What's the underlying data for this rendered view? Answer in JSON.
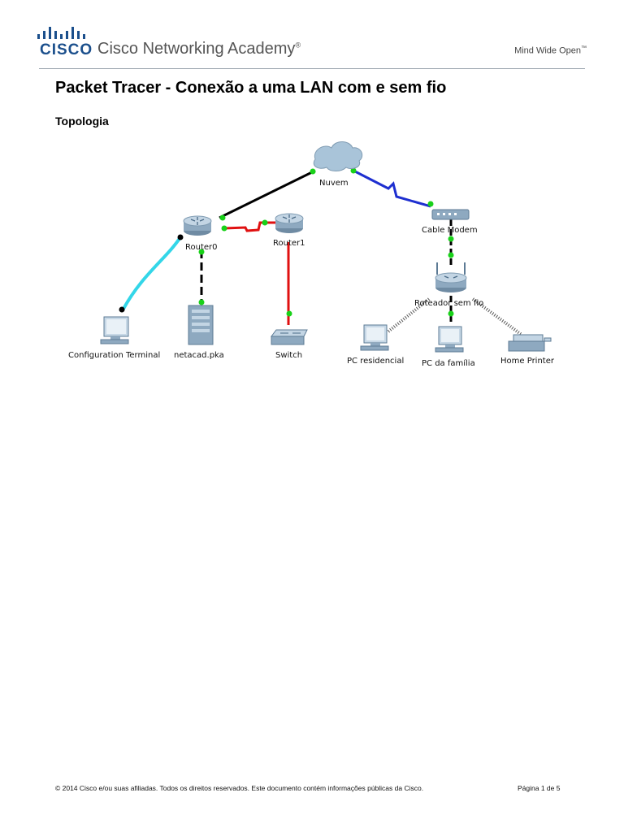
{
  "header": {
    "brand": "CISCO",
    "academy": "Cisco Networking Academy",
    "trademark": "®",
    "tagline": "Mind Wide Open",
    "tagline_tm": "™"
  },
  "document": {
    "title": "Packet Tracer - Conexão a uma LAN com e sem fio",
    "section": "Topologia"
  },
  "topology": {
    "devices": {
      "cloud": "Nuvem",
      "router0": "Router0",
      "router1": "Router1",
      "modem": "Cable Modem",
      "wireless_router": "Roteador sem fio",
      "config_terminal": "Configuration Terminal",
      "server": "netacad.pka",
      "switch": "Switch",
      "pc_residential": "PC residencial",
      "pc_family": "PC da família",
      "printer": "Home Printer"
    },
    "link_colors": {
      "copper_straight": "#000000",
      "serial": "#e01010",
      "console": "#33d6e8",
      "coax": "#1e2fd0",
      "link_up": "#19d119"
    }
  },
  "footer": {
    "copyright": "© 2014 Cisco e/ou suas afiliadas. Todos os direitos reservados. Este documento contém informações públicas da Cisco.",
    "page": "Página 1 de 5"
  }
}
